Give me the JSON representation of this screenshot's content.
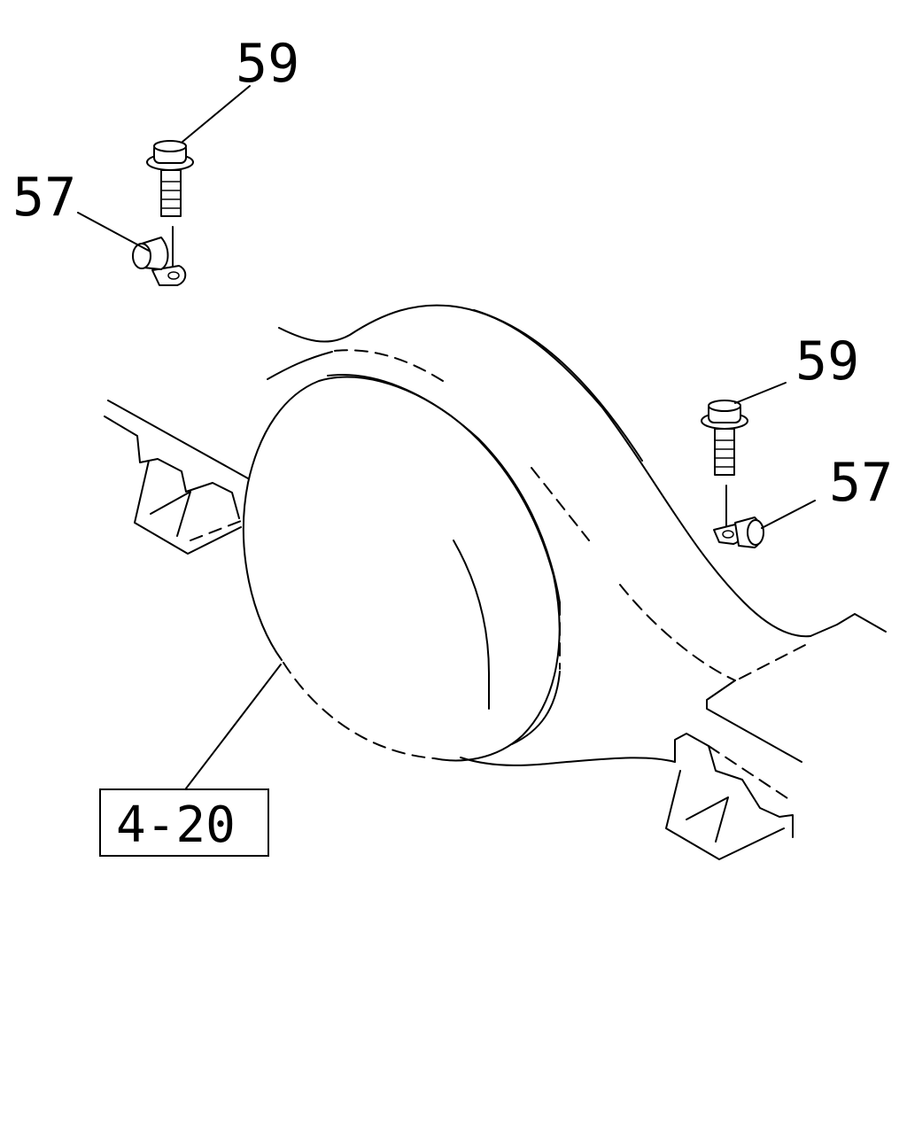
{
  "callouts": {
    "bolt_left": "59",
    "clip_left": "57",
    "bolt_right": "59",
    "clip_right": "57"
  },
  "reference": {
    "label": "4-20"
  }
}
